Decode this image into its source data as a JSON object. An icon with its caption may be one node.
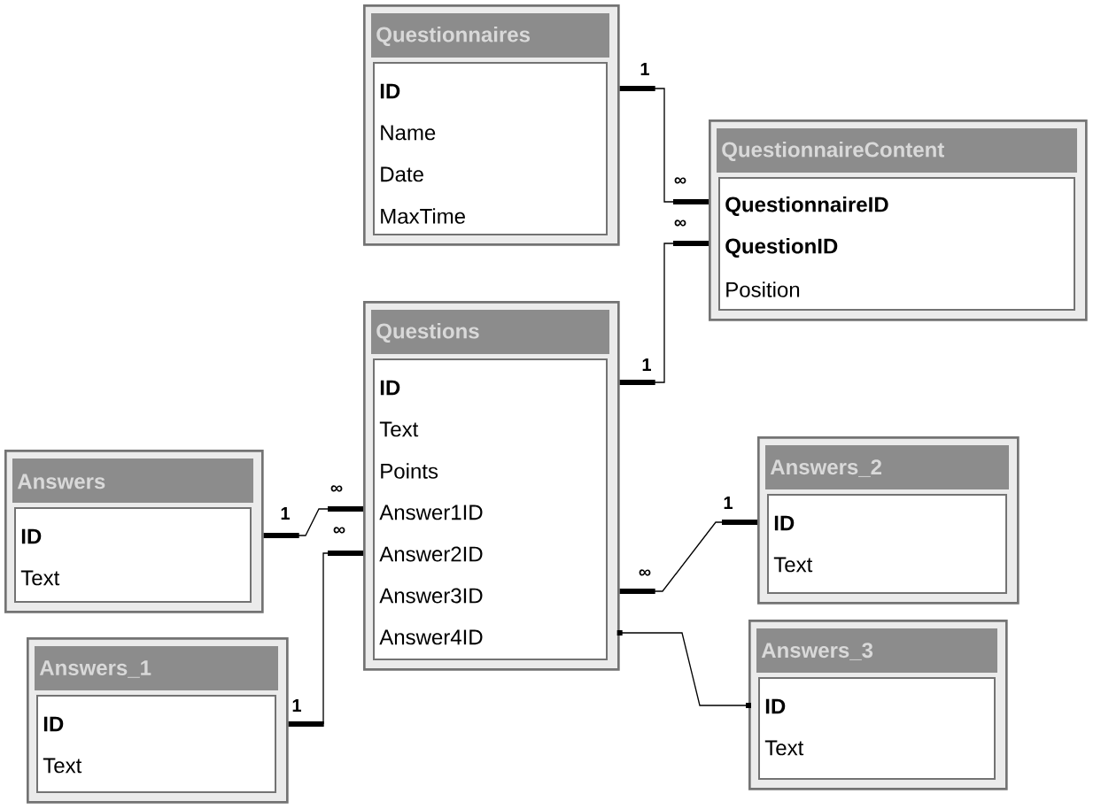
{
  "diagram": {
    "nodes": [
      {
        "text": [
          "Questionnaires",
          "ID",
          "Name",
          "Date",
          "MaxTime"
        ]
      },
      {
        "text": [
          "QuestionnaireContent",
          "QuestionnaireID",
          "QuestionID",
          "Position"
        ]
      },
      {
        "text": [
          "Questions",
          "ID",
          "Text",
          "Points",
          "Answer1ID",
          "Answer2ID",
          "Answer3ID",
          "Answer4ID"
        ]
      },
      {
        "text": [
          "Answers",
          "ID",
          "Text"
        ]
      },
      {
        "text": [
          "Answers_2",
          "ID",
          "Text"
        ]
      },
      {
        "text": [
          "Answers_1",
          "ID",
          "Text"
        ]
      },
      {
        "text": [
          "Answers_3",
          "ID",
          "Text"
        ]
      }
    ],
    "edges": [
      {
        "from": 0,
        "to": 1,
        "arrow": "other"
      },
      {
        "from": 2,
        "to": 1,
        "arrow": "other"
      },
      {
        "from": 3,
        "to": 2,
        "arrow": "other"
      },
      {
        "from": 5,
        "to": 2,
        "arrow": "other"
      },
      {
        "from": 4,
        "to": 2,
        "arrow": "other"
      },
      {
        "from": 2,
        "to": 6,
        "arrow": "other"
      }
    ],
    "labels": [
      "1",
      "∞",
      "∞",
      "1",
      "∞",
      "1",
      "1",
      "∞",
      "∞",
      "1"
    ]
  }
}
